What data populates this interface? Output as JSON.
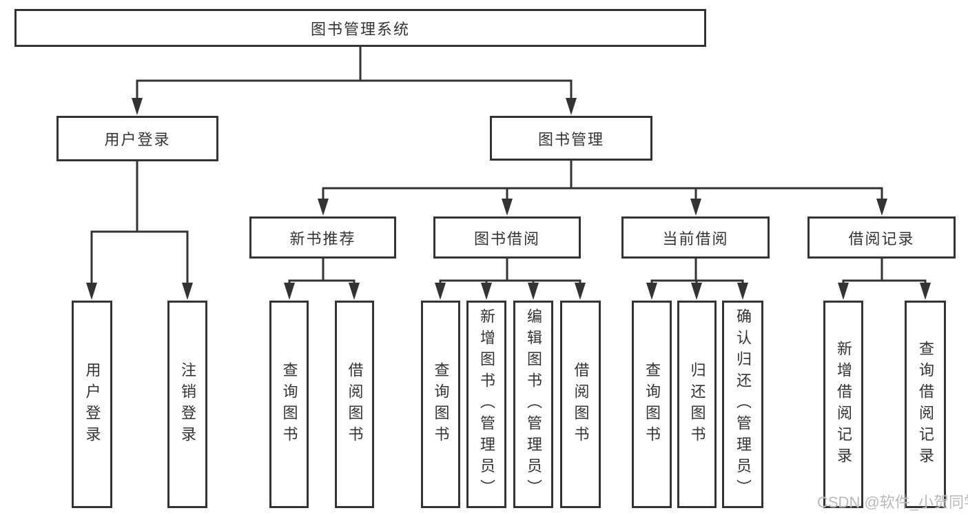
{
  "diagram_type": "hierarchy-tree",
  "tree": {
    "root": "图书管理系统",
    "level2": [
      "用户登录",
      "图书管理"
    ],
    "level3": [
      "新书推荐",
      "图书借阅",
      "当前借阅",
      "借阅记录"
    ],
    "leaves": {
      "user_login": [
        "用户登录",
        "注销登录"
      ],
      "new_book_recommend": [
        "查询图书",
        "借阅图书"
      ],
      "book_borrowing": [
        "查询图书",
        "新增图书（管理员）",
        "编辑图书（管理员）",
        "借阅图书"
      ],
      "current_borrowing": [
        "查询图书",
        "归还图书",
        "确认归还（管理员）"
      ],
      "borrowing_records": [
        "新增借阅记录",
        "查询借阅记录"
      ]
    }
  },
  "watermark": "CSDN @软件_小贺同学",
  "colors": {
    "line": "#333333",
    "text": "#333333",
    "box_background": "#ffffff",
    "watermark": "#b9b9b9"
  }
}
